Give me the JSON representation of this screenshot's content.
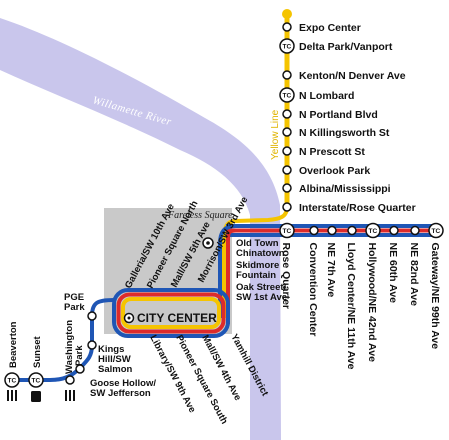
{
  "river": {
    "name": "Willamette River",
    "color": "#c9c6ec"
  },
  "fareless": {
    "label": "Fareless Square",
    "color": "#c9c9c9"
  },
  "city_center_label": "CITY CENTER",
  "tc_text": "TC",
  "line_colors": {
    "blue": "#1f56b5",
    "red": "#dd2b2b",
    "yellow": "#f5c400"
  },
  "yellow_line": {
    "label": "Yellow Line",
    "stations": [
      {
        "name": "Expo Center",
        "tc": false
      },
      {
        "name": "Delta Park/Vanport",
        "tc": true
      },
      {
        "name": "Kenton/N Denver Ave",
        "tc": false
      },
      {
        "name": "N Lombard",
        "tc": true
      },
      {
        "name": "N Portland Blvd",
        "tc": false
      },
      {
        "name": "N Killingsworth St",
        "tc": false
      },
      {
        "name": "N Prescott St",
        "tc": false
      },
      {
        "name": "Overlook Park",
        "tc": false
      },
      {
        "name": "Albina/Mississippi",
        "tc": false
      },
      {
        "name": "Interstate/Rose Quarter",
        "tc": false
      }
    ]
  },
  "downtown_stations": {
    "old_town": [
      "Old Town",
      "Chinatown"
    ],
    "skidmore": [
      "Skidmore",
      "Fountain"
    ],
    "oak": [
      "Oak Street/",
      "SW 1st Ave"
    ],
    "morrison": "Morrison/SW 3rd Ave",
    "mall5th": "Mall/SW 5th Ave",
    "psq_north": "Pioneer Square North",
    "galleria": "Galleria/SW 10th Ave",
    "yamhill": "Yamhill District",
    "mall4th": "Mall/SW 4th Ave",
    "psq_south": "Pioneer Square South",
    "library": "Library/SW 9th Ave"
  },
  "east_stations": [
    {
      "name": "Rose Quarter",
      "tc": true
    },
    {
      "name": "Convention Center",
      "tc": false
    },
    {
      "name": "NE 7th Ave",
      "tc": false
    },
    {
      "name": "Lloyd Center/NE 11th Ave",
      "tc": false
    },
    {
      "name": "Hollywood/NE 42nd Ave",
      "tc": true
    },
    {
      "name": "NE 60th Ave",
      "tc": false
    },
    {
      "name": "NE 82nd Ave",
      "tc": false
    },
    {
      "name": "Gateway/NE 99th Ave",
      "tc": true
    }
  ],
  "west_stations": {
    "pge_park": [
      "PGE",
      "Park"
    ],
    "kings_hill": [
      "Kings",
      "Hill/SW",
      "Salmon"
    ],
    "goose_hollow": [
      "Goose Hollow/",
      "SW Jefferson"
    ],
    "washington_park": [
      "Washington",
      "Park"
    ],
    "sunset": "Sunset",
    "beaverton": "Beaverton"
  }
}
